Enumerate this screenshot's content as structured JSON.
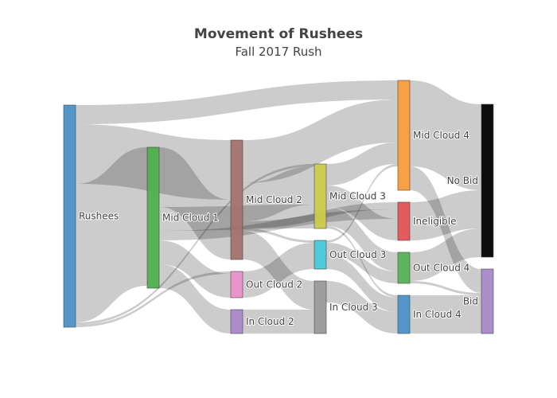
{
  "chart_data": {
    "type": "sankey",
    "title": "Movement of Rushees",
    "subtitle": "Fall 2017 Rush",
    "nodes": [
      {
        "id": "rushees",
        "label": "Rushees",
        "color": "#4a90c4",
        "column": 0
      },
      {
        "id": "mc1",
        "label": "Mid Cloud 1",
        "color": "#4cae4c",
        "column": 1
      },
      {
        "id": "mc2",
        "label": "Mid Cloud 2",
        "color": "#a0716a",
        "column": 2
      },
      {
        "id": "oc2",
        "label": "Out Cloud 2",
        "color": "#e78fc8",
        "column": 2
      },
      {
        "id": "ic2",
        "label": "In Cloud 2",
        "color": "#a688c8",
        "column": 2
      },
      {
        "id": "mc3",
        "label": "Mid Cloud 3",
        "color": "#c9c94a",
        "column": 3
      },
      {
        "id": "oc3",
        "label": "Out Cloud 3",
        "color": "#45c8d4",
        "column": 3
      },
      {
        "id": "ic3",
        "label": "In Cloud 3",
        "color": "#999999",
        "column": 3
      },
      {
        "id": "mc4",
        "label": "Mid Cloud 4",
        "color": "#f99a3a",
        "column": 4
      },
      {
        "id": "inel",
        "label": "Ineligible",
        "color": "#e05356",
        "column": 4
      },
      {
        "id": "oc4",
        "label": "Out Cloud 4",
        "color": "#55b155",
        "column": 4
      },
      {
        "id": "ic4",
        "label": "In Cloud 4",
        "color": "#4a90c4",
        "column": 4
      },
      {
        "id": "nobid",
        "label": "No Bid",
        "color": "#000000",
        "column": 5
      },
      {
        "id": "bid",
        "label": "Bid",
        "color": "#a688c8",
        "column": 5
      }
    ],
    "links": [
      {
        "source": "rushees",
        "target": "mc4",
        "value": 8
      },
      {
        "source": "rushees",
        "target": "mc2",
        "value": 25
      },
      {
        "source": "rushees",
        "target": "mc1",
        "value": 58
      },
      {
        "source": "rushees",
        "target": "oc2",
        "value": 1
      },
      {
        "source": "rushees",
        "target": "mc3",
        "value": 1
      },
      {
        "source": "mc1",
        "target": "mc2",
        "value": 25
      },
      {
        "source": "mc1",
        "target": "inel",
        "value": 4
      },
      {
        "source": "mc1",
        "target": "mc3",
        "value": 10
      },
      {
        "source": "mc1",
        "target": "oc2",
        "value": 10
      },
      {
        "source": "mc1",
        "target": "ic2",
        "value": 10
      },
      {
        "source": "mc2",
        "target": "mc4",
        "value": 18
      },
      {
        "source": "mc2",
        "target": "mc3",
        "value": 16
      },
      {
        "source": "mc2",
        "target": "inel",
        "value": 3
      },
      {
        "source": "mc2",
        "target": "oc3",
        "value": 1
      },
      {
        "source": "mc2",
        "target": "ic3",
        "value": 12
      },
      {
        "source": "oc2",
        "target": "oc3",
        "value": 11
      },
      {
        "source": "ic2",
        "target": "ic3",
        "value": 10
      },
      {
        "source": "mc3",
        "target": "mc4",
        "value": 9
      },
      {
        "source": "mc3",
        "target": "inel",
        "value": 9
      },
      {
        "source": "mc3",
        "target": "oc4",
        "value": 8
      },
      {
        "source": "mc3",
        "target": "ic4",
        "value": 1
      },
      {
        "source": "oc3",
        "target": "mc4",
        "value": 1
      },
      {
        "source": "oc3",
        "target": "oc4",
        "value": 5
      },
      {
        "source": "oc3",
        "target": "ic4",
        "value": 6
      },
      {
        "source": "ic3",
        "target": "ic4",
        "value": 9
      },
      {
        "source": "mc4",
        "target": "nobid",
        "value": 36
      },
      {
        "source": "mc4",
        "target": "bid",
        "value": 10
      },
      {
        "source": "inel",
        "target": "nobid",
        "value": 16
      },
      {
        "source": "oc4",
        "target": "nobid",
        "value": 12
      },
      {
        "source": "oc4",
        "target": "bid",
        "value": 1
      },
      {
        "source": "ic4",
        "target": "bid",
        "value": 16
      }
    ]
  }
}
